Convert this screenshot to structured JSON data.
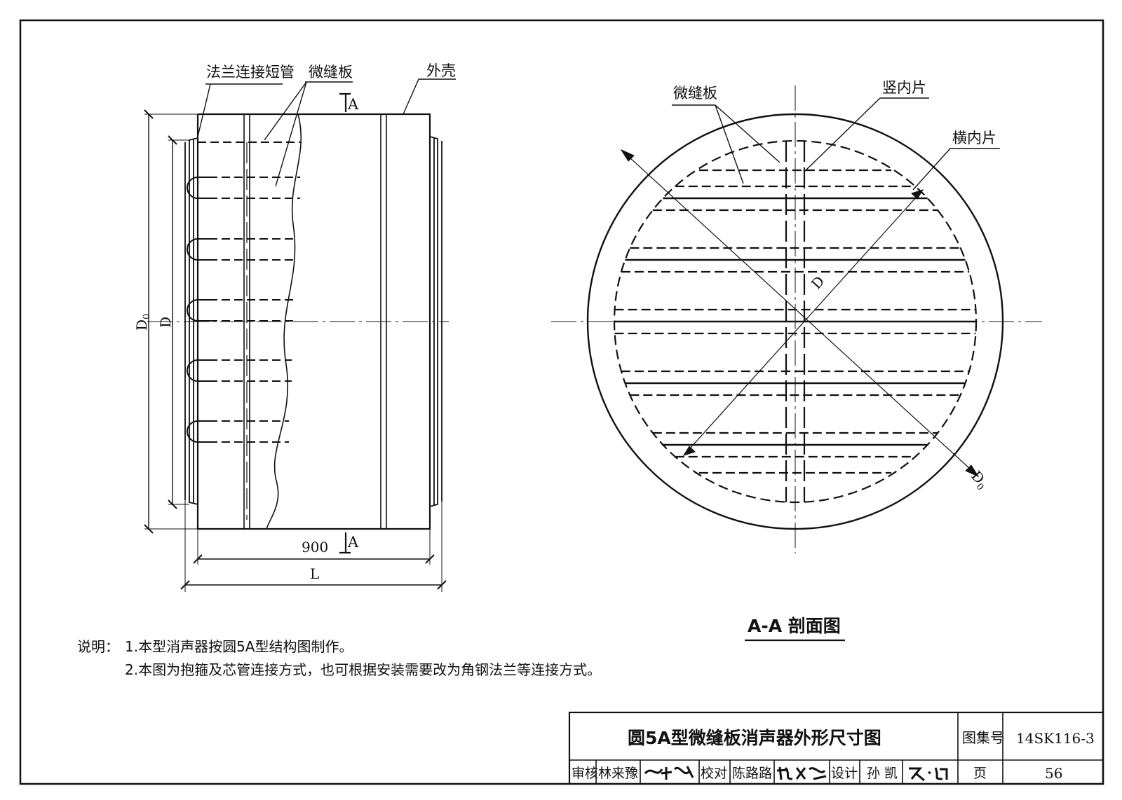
{
  "side_view": {
    "label_flange_pipe": "法兰连接短管",
    "label_panel": "微缝板",
    "label_shell": "外壳",
    "section_mark": "A",
    "dim_d0": "D",
    "dim_d0_sub": "0",
    "dim_d": "D",
    "dim_900": "900",
    "dim_l": "L"
  },
  "section_view": {
    "label_panel": "微缝板",
    "label_vertical_fin": "竖内片",
    "label_horizontal_fin": "横内片",
    "dim_d": "D",
    "dim_d0": "D",
    "dim_d0_sub": "0",
    "caption": "A-A 剖面图"
  },
  "notes": {
    "prefix": "说明：",
    "item1": "1.本型消声器按圆5A型结构图制作。",
    "item2": "2.本图为抱箍及芯管连接方式，也可根据安装需要改为角钢法兰等连接方式。"
  },
  "title_block": {
    "title": "圆5A型微缝板消声器外形尺寸图",
    "atlas_label": "图集号",
    "atlas_no": "14SK116-3",
    "review_label": "审核",
    "reviewer": "林来豫",
    "check_label": "校对",
    "checker": "陈路路",
    "design_label": "设计",
    "designer": "孙 凯",
    "page_label": "页",
    "page_no": "56"
  }
}
